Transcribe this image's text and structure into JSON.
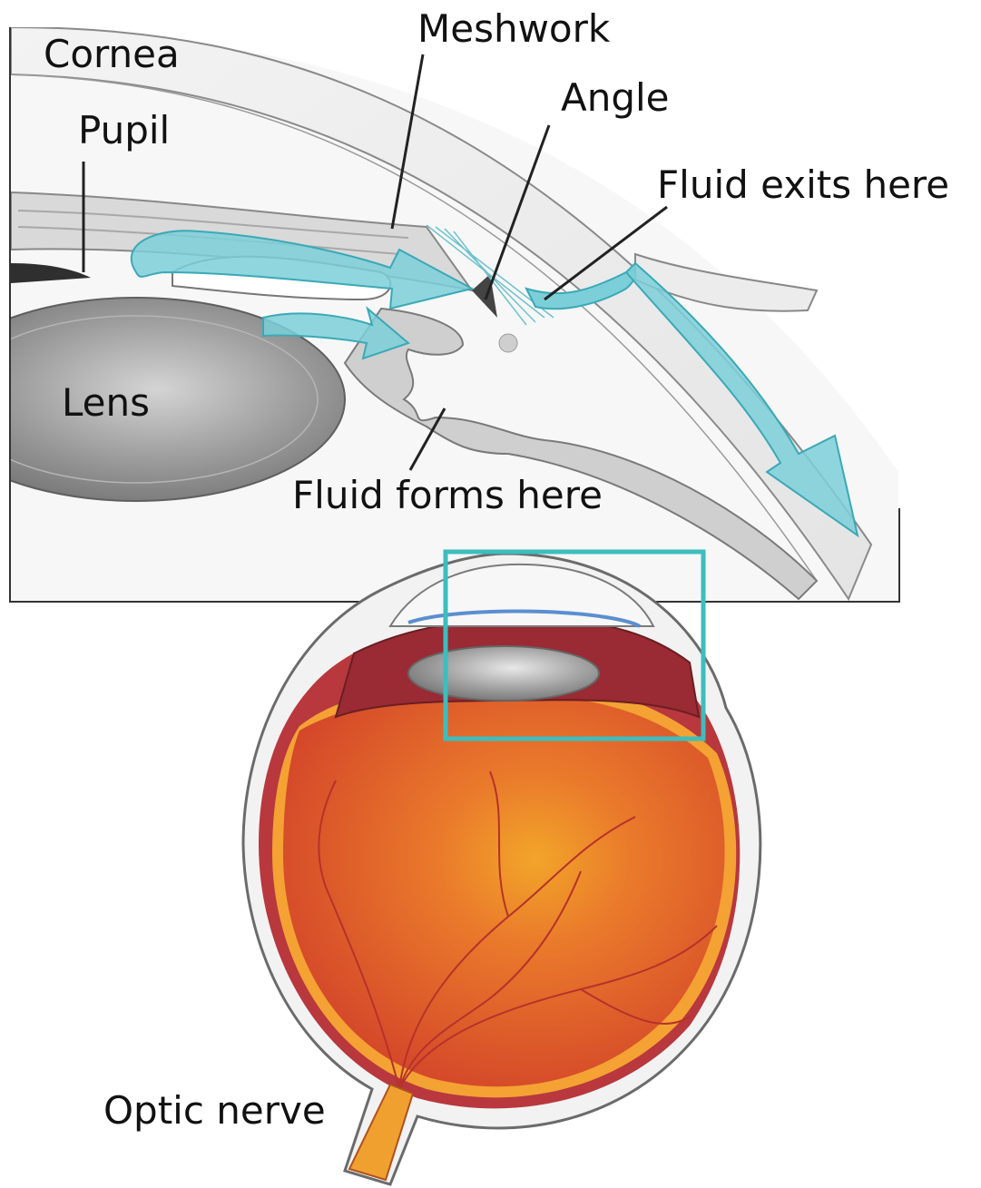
{
  "labels": {
    "cornea": "Cornea",
    "pupil": "Pupil",
    "lens": "Lens",
    "meshwork": "Meshwork",
    "angle": "Angle",
    "fluid_exits": "Fluid exits here",
    "fluid_forms": "Fluid forms here",
    "optic_nerve": "Optic nerve"
  },
  "colors": {
    "fluid": "#7ccfd8",
    "fluid_edge": "#3aa9b6",
    "highlight_box": "#3dbdbd",
    "eyeball": "#e2642c",
    "retina": "#f4a233",
    "choroid": "#b8383e",
    "lens_gray": "#8a8a8a"
  }
}
